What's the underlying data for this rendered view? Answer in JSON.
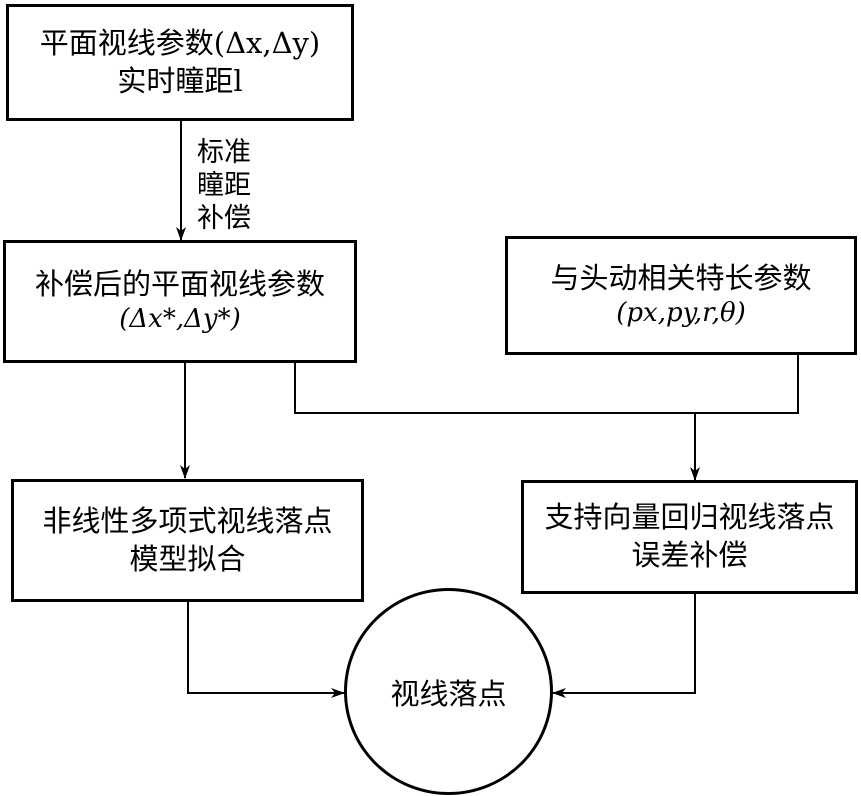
{
  "nodes": {
    "input_params": {
      "line1": "平面视线参数(Δx,Δy)",
      "line2": "实时瞳距l"
    },
    "compensated_params": {
      "line1": "补偿后的平面视线参数",
      "line2": "(Δx*,Δy*)"
    },
    "head_motion_features": {
      "line1": "与头动相关特长参数",
      "line2": "(px,py,r,θ)"
    },
    "polynomial_fit": {
      "line1": "非线性多项式视线落点",
      "line2": "模型拟合"
    },
    "svr_compensation": {
      "line1": "支持向量回归视线落点",
      "line2": "误差补偿"
    },
    "gaze_point": {
      "label": "视线落点"
    }
  },
  "edges": {
    "ipd_compensation": {
      "line1": "标准",
      "line2": "瞳距",
      "line3": "补偿"
    }
  },
  "colors": {
    "stroke": "#000000",
    "background": "#ffffff"
  }
}
